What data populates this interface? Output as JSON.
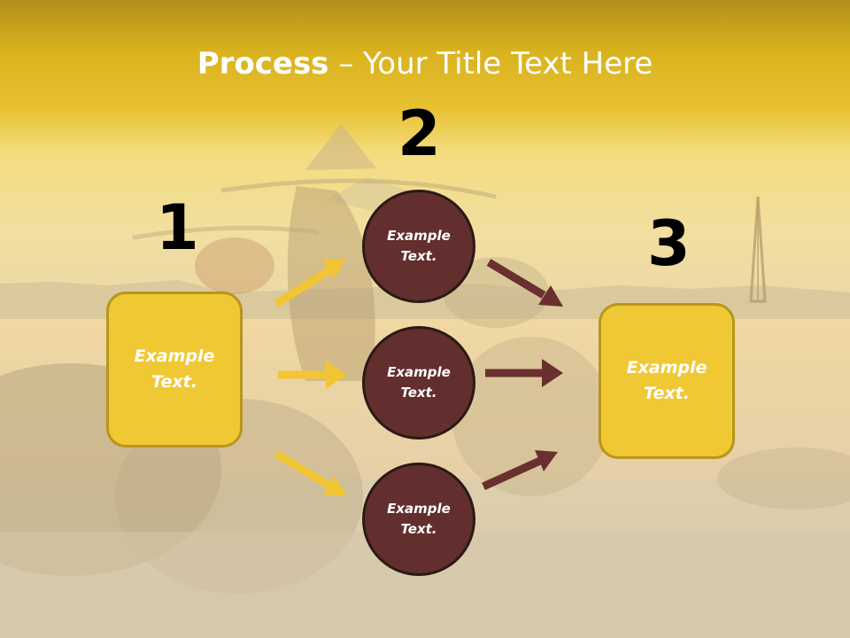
{
  "slide": {
    "title_bold": "Process",
    "title_rest": " – Your Title Text Here",
    "steps": [
      "1",
      "2",
      "3"
    ],
    "left_box": "Example\nText.",
    "right_box": "Example\nText.",
    "circles": [
      "Example\nText.",
      "Example\nText.",
      "Example\nText."
    ]
  },
  "colors": {
    "header_yellow": "#e8bf1e",
    "box_yellow": "#f0c834",
    "circle_maroon": "#632e2e",
    "arrow_yellow": "#f2c535",
    "arrow_maroon": "#6a2f2f"
  },
  "icons": {
    "arrows": [
      "arrow-right-up-icon",
      "arrow-right-icon",
      "arrow-right-down-icon"
    ]
  }
}
